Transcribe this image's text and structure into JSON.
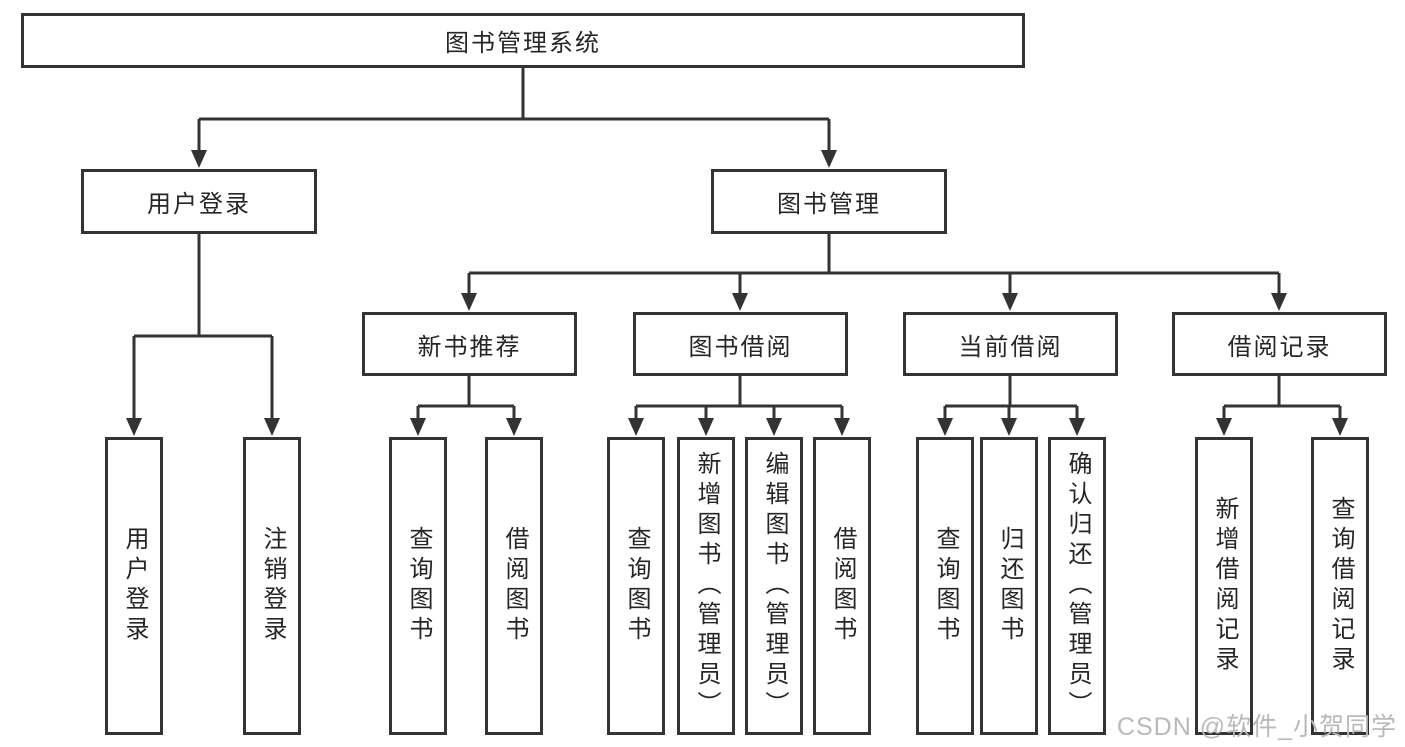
{
  "diagram": {
    "title": "图书管理系统",
    "branches": [
      {
        "label": "用户登录",
        "children": [
          {
            "label": "用户登录"
          },
          {
            "label": "注销登录"
          }
        ]
      },
      {
        "label": "图书管理",
        "children": [
          {
            "label": "新书推荐",
            "children": [
              {
                "label": "查询图书"
              },
              {
                "label": "借阅图书"
              }
            ]
          },
          {
            "label": "图书借阅",
            "children": [
              {
                "label": "查询图书"
              },
              {
                "label": "新增图书（管理员）"
              },
              {
                "label": "编辑图书（管理员）"
              },
              {
                "label": "借阅图书"
              }
            ]
          },
          {
            "label": "当前借阅",
            "children": [
              {
                "label": "查询图书"
              },
              {
                "label": "归还图书"
              },
              {
                "label": "确认归还（管理员）"
              }
            ]
          },
          {
            "label": "借阅记录",
            "children": [
              {
                "label": "新增借阅记录"
              },
              {
                "label": "查询借阅记录"
              }
            ]
          }
        ]
      }
    ]
  },
  "watermark": {
    "text": "CSDN @软件_小贺同学"
  },
  "colors": {
    "line": "#333333",
    "box_border": "#333333",
    "text": "#262626",
    "watermark": "#b9b9b9",
    "background": "#ffffff"
  }
}
